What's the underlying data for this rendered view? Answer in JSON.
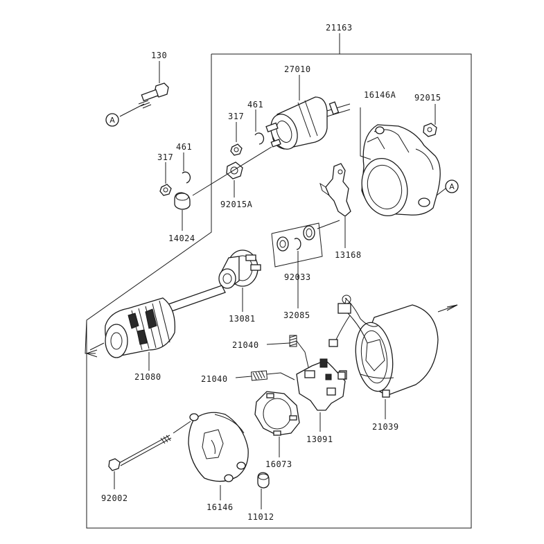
{
  "labels": {
    "p21163": "21163",
    "p130": "130",
    "p27010": "27010",
    "p16146A": "16146A",
    "p92015": "92015",
    "p461a": "461",
    "p317a": "317",
    "p461b": "461",
    "p317b": "317",
    "p92015A": "92015A",
    "p14024": "14024",
    "p13168": "13168",
    "p92033": "92033",
    "p32085": "32085",
    "p13081": "13081",
    "p21080": "21080",
    "p21040a": "21040",
    "p21040b": "21040",
    "p13091": "13091",
    "p21039": "21039",
    "p16073": "16073",
    "p92002": "92002",
    "p16146": "16146",
    "p11012": "11012"
  },
  "refs": {
    "left": "A",
    "right": "A"
  }
}
